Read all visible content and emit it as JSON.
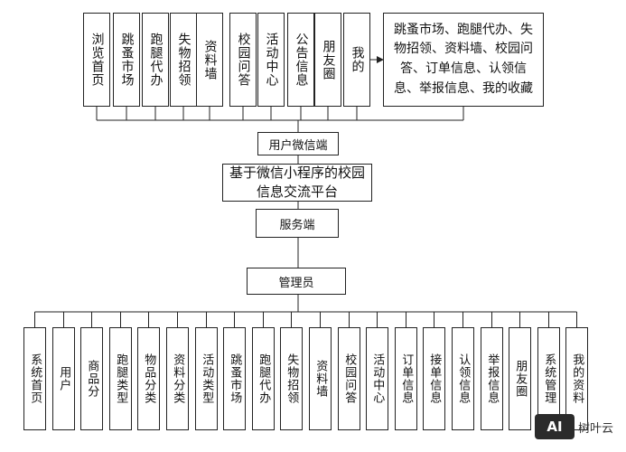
{
  "top_modules": [
    "浏览首页",
    "跳蚤市场",
    "跑腿代办",
    "失物招领",
    "资料墙",
    "校园问答",
    "活动中心",
    "公告信息",
    "朋友圈",
    "我的"
  ],
  "my_description": "跳蚤市场、跑腿代办、失物招领、资料墙、校园问答、订单信息、认领信息、举报信息、我的收藏",
  "user_client": "用户微信端",
  "platform": "基于微信小程序的校园信息交流平台",
  "server": "服务端",
  "admin": "管理员",
  "admin_modules": [
    "系统首页",
    "用户",
    "商品分",
    "跑腿类型",
    "物品分类",
    "资料分类",
    "活动类型",
    "跳蚤市场",
    "跑腿代办",
    "失物招领",
    "资料墙",
    "校园问答",
    "活动中心",
    "订单信息",
    "接单信息",
    "认领信息",
    "举报信息",
    "朋友圈",
    "系统管理",
    "我的资料"
  ],
  "watermark": {
    "logo": "AI",
    "text": "树叶云"
  },
  "colors": {
    "line": "#222222",
    "box_border": "#222222"
  }
}
